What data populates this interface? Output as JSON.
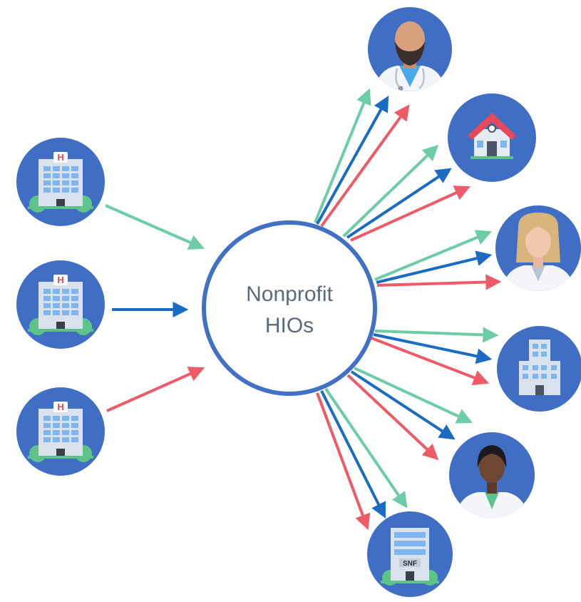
{
  "hub": {
    "line1": "Nonprofit",
    "line2": "HIOs"
  },
  "sources": [
    {
      "name": "hospital-1",
      "icon": "hospital-icon",
      "sign": "H",
      "arrow_color": "#6ccca5"
    },
    {
      "name": "hospital-2",
      "icon": "hospital-icon",
      "sign": "H",
      "arrow_color": "#1a6cc2"
    },
    {
      "name": "hospital-3",
      "icon": "hospital-icon",
      "sign": "H",
      "arrow_color": "#ee5a68"
    }
  ],
  "destinations": [
    {
      "name": "bearded-doctor",
      "icon": "bearded-doctor-icon"
    },
    {
      "name": "house",
      "icon": "house-icon"
    },
    {
      "name": "female-doctor",
      "icon": "female-doctor-icon"
    },
    {
      "name": "office-building",
      "icon": "office-building-icon"
    },
    {
      "name": "black-female-doctor",
      "icon": "black-female-doctor-icon"
    },
    {
      "name": "skilled-nursing-facility",
      "icon": "nursing-facility-icon",
      "label": "SNF"
    }
  ],
  "colors": {
    "circle_blue": "#3f6ec4",
    "hub_stroke": "#4170c4",
    "hub_text": "#5a6a7a",
    "green": "#6ccca5",
    "blue": "#1a6cc2",
    "red": "#ee5a68"
  }
}
